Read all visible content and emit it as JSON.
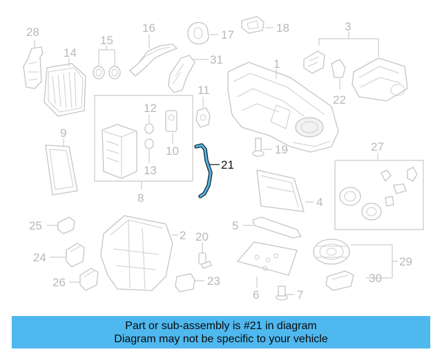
{
  "labels": {
    "n1": "1",
    "n2": "2",
    "n3": "3",
    "n4": "4",
    "n5": "5",
    "n6": "6",
    "n7": "7",
    "n8": "8",
    "n9": "9",
    "n10": "10",
    "n11": "11",
    "n12": "12",
    "n13": "13",
    "n14": "14",
    "n15": "15",
    "n16": "16",
    "n17": "17",
    "n18": "18",
    "n19": "19",
    "n20": "20",
    "n21": "21",
    "n22": "22",
    "n23": "23",
    "n24": "24",
    "n25": "25",
    "n26": "26",
    "n27": "27",
    "n28": "28",
    "n29": "29",
    "n30": "30",
    "n31": "31"
  },
  "highlight": {
    "part": "21",
    "color": "#4fb8ef"
  },
  "banner": {
    "line1": "Part or sub-assembly is #21 in diagram",
    "line2": "Diagram may not be specific to your vehicle",
    "color": "#4fb8ef"
  }
}
